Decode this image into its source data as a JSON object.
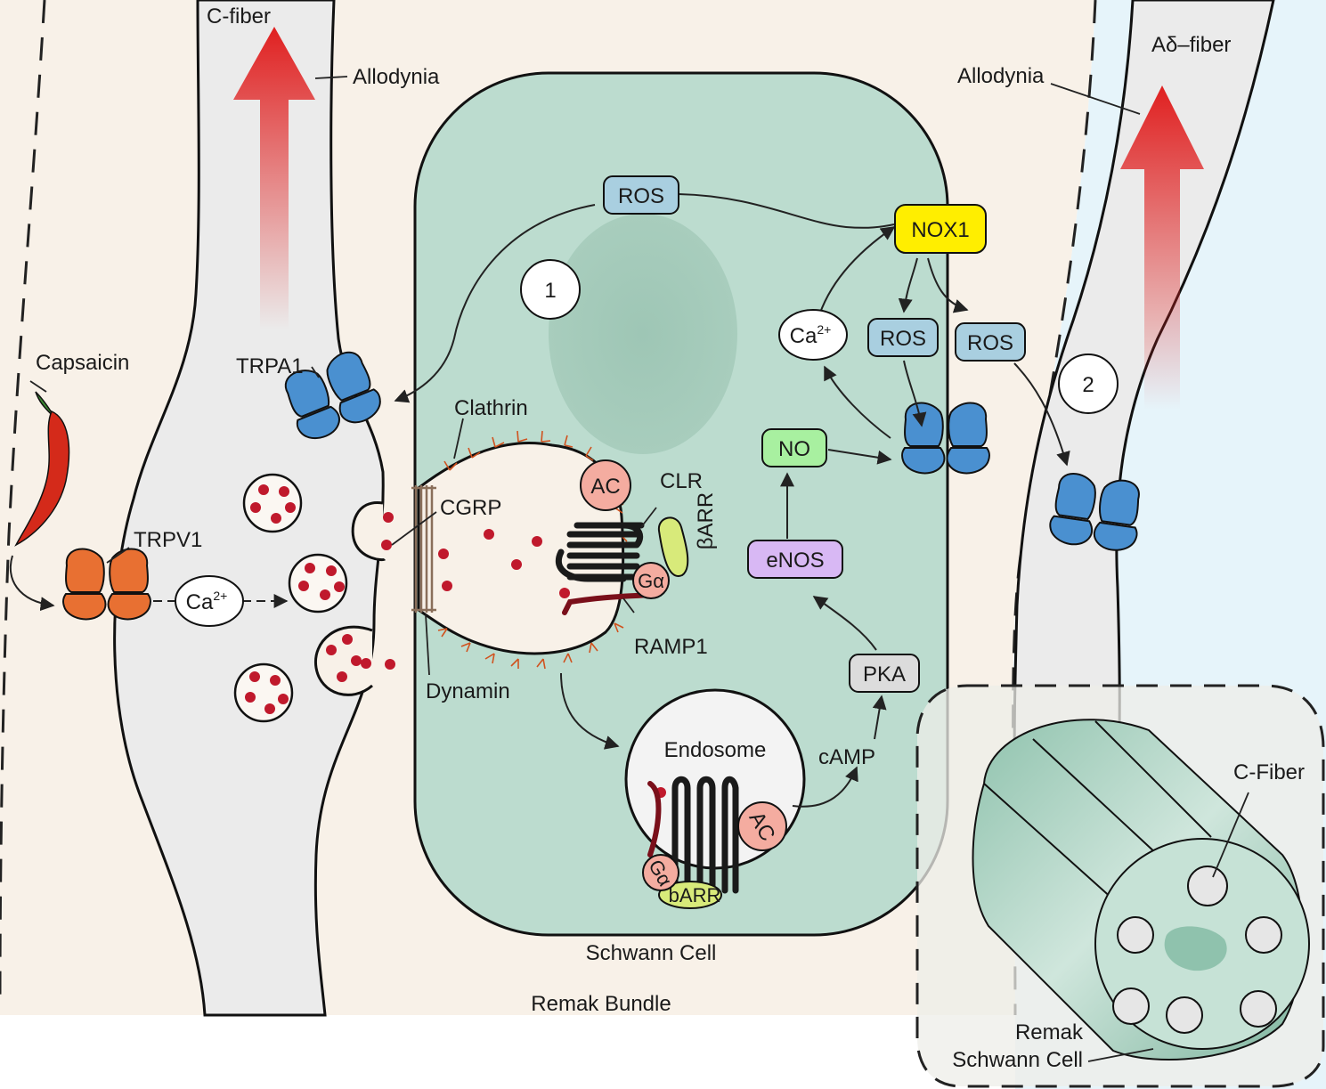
{
  "labels": {
    "c_fiber": "C-fiber",
    "a_delta_fiber": "Aδ–fiber",
    "allodynia_left": "Allodynia",
    "allodynia_right": "Allodynia",
    "capsaicin": "Capsaicin",
    "trpv1": "TRPV1",
    "trpa1": "TRPA1",
    "clathrin": "Clathrin",
    "cgrp": "CGRP",
    "clr": "CLR",
    "barr_vertical": "βARR",
    "ramp1": "RAMP1",
    "dynamin": "Dynamin",
    "endosome": "Endosome",
    "camp": "cAMP",
    "schwann_cell": "Schwann Cell",
    "remak_bundle": "Remak Bundle",
    "c_fiber_inset": "C-Fiber",
    "remak_schwann_line1": "Remak",
    "remak_schwann_line2": "Schwann Cell",
    "step1": "1",
    "step2": "2"
  },
  "nodes": {
    "ros_top": "ROS",
    "nox1": "NOX1",
    "ros_mid": "ROS",
    "ros_right": "ROS",
    "ca_cell": "Ca",
    "ca_cell_sup": "2+",
    "ca_fiber": "Ca",
    "ca_fiber_sup": "2+",
    "no": "NO",
    "enos": "eNOS",
    "pka": "PKA",
    "ac_membrane": "AC",
    "ac_endosome": "AC",
    "galpha_membrane": "Gα",
    "galpha_endosome": "Gα",
    "barr_endosome": "bARR"
  },
  "colors": {
    "background": "#f8f1e8",
    "outer_blue": "#e6f4fa",
    "fiber_gray": "#ebebeb",
    "schwann_green": "#bcdccf",
    "nucleus_green": "#9ec6b5",
    "ros_blue": "#a9cfe0",
    "nox1_yellow": "#ffee00",
    "no_green": "#a8f0a0",
    "enos_purple": "#d8b8f4",
    "pka_gray": "#dcdcdc",
    "ac_pink": "#f4aca0",
    "barr_yellow_green": "#d8ea7a",
    "channel_blue": "#4a90d0",
    "channel_orange": "#e87032",
    "vesicle_red": "#c0192c",
    "arrow_red": "#e02020"
  }
}
